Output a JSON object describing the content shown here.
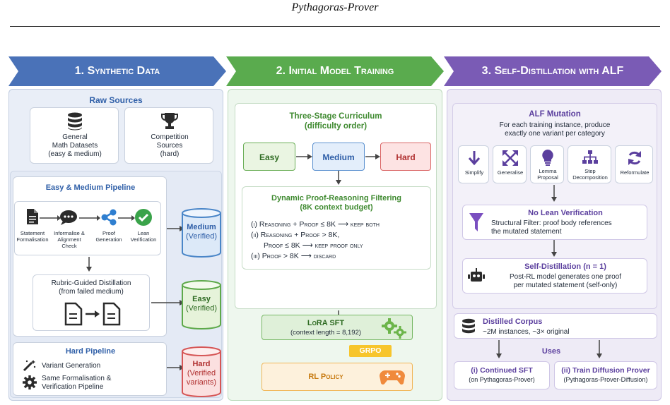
{
  "page_header": "Pythagoras-Prover",
  "colors": {
    "stage1": "#4a72b8",
    "stage2": "#5aab4e",
    "stage3": "#7a5bb5"
  },
  "stages": [
    {
      "number": "1.",
      "title": "Synthetic Data"
    },
    {
      "number": "2.",
      "title": "Initial Model Training"
    },
    {
      "number": "3.",
      "title": "Self-Distillation with ALF"
    }
  ],
  "synthetic": {
    "raw_sources": {
      "title": "Raw Sources",
      "general": [
        "General",
        "Math Datasets",
        "(easy & medium)"
      ],
      "competition": [
        "Competition",
        "Sources",
        "(hard)"
      ]
    },
    "easy_medium": {
      "title": "Easy & Medium Pipeline",
      "steps": [
        {
          "icon": "document-icon",
          "label": [
            "Statement",
            "Formalisation"
          ]
        },
        {
          "icon": "chat-icon",
          "label": [
            "Informalise &",
            "Alignment",
            "Check"
          ]
        },
        {
          "icon": "share-icon",
          "label": [
            "Proof",
            "Generation"
          ]
        },
        {
          "icon": "check-circle-icon",
          "label": [
            "Lean",
            "Verification"
          ]
        }
      ],
      "rubric": [
        "Rubric-Guided Distillation",
        "(from failed medium)"
      ]
    },
    "hard": {
      "title": "Hard Pipeline",
      "items": [
        "Variant Generation",
        "Same Formalisation &",
        "Verification Pipeline"
      ]
    },
    "outputs": {
      "medium": {
        "title": "Medium",
        "sub": "(Verified)"
      },
      "easy": {
        "title": "Easy",
        "sub": "(Verified)"
      },
      "hard": {
        "title": "Hard",
        "sub1": "(Verified",
        "sub2": "variants)"
      }
    }
  },
  "training": {
    "curriculum": {
      "title": "Three-Stage Curriculum",
      "sub": "(difficulty order)",
      "levels": [
        "Easy",
        "Medium",
        "Hard"
      ]
    },
    "filter": {
      "title": "Dynamic Proof-Reasoning Filtering",
      "sub": "(8K context budget)",
      "rules": [
        "(i)  Reasoning + Proof ≤ 8K ⟶ keep both",
        "(ii) Reasoning + Proof > 8K,",
        "Proof ≤ 8K ⟶ keep proof only",
        "(iii) Proof > 8K ⟶ discard"
      ]
    },
    "sft": {
      "title": "LoRA SFT",
      "sub": "(context length = 8,192)"
    },
    "grpo": "GRPO",
    "rl": "RL Policy"
  },
  "alf": {
    "mutation": {
      "title": "ALF Mutation",
      "desc": [
        "For each training instance, produce",
        "exactly one variant per category"
      ],
      "categories": [
        {
          "icon": "arrow-down-icon",
          "label": [
            "Simplify"
          ]
        },
        {
          "icon": "expand-icon",
          "label": [
            "Generalise"
          ]
        },
        {
          "icon": "lightbulb-icon",
          "label": [
            "Lemma",
            "Proposal"
          ]
        },
        {
          "icon": "hierarchy-icon",
          "label": [
            "Step",
            "Decomposition"
          ]
        },
        {
          "icon": "refresh-icon",
          "label": [
            "Reformulate"
          ]
        }
      ]
    },
    "no_lean": {
      "title": "No Lean Verification",
      "desc": [
        "Structural Filter: proof body references",
        "the mutated statement"
      ]
    },
    "self_distill": {
      "title": "Self-Distillation (n = 1)",
      "desc": [
        "Post-RL model generates one proof",
        "per mutated statement (self-only)"
      ]
    },
    "corpus": {
      "title": "Distilled Corpus",
      "desc": "~2M instances, ~3× original"
    },
    "uses": {
      "title": "Uses",
      "a_title": "(i) Continued SFT",
      "a_sub": "(on Pythagoras-Prover)",
      "b_title": "(ii) Train Diffusion Prover",
      "b_sub": "(Pythagoras-Prover-Diffusion)"
    }
  }
}
